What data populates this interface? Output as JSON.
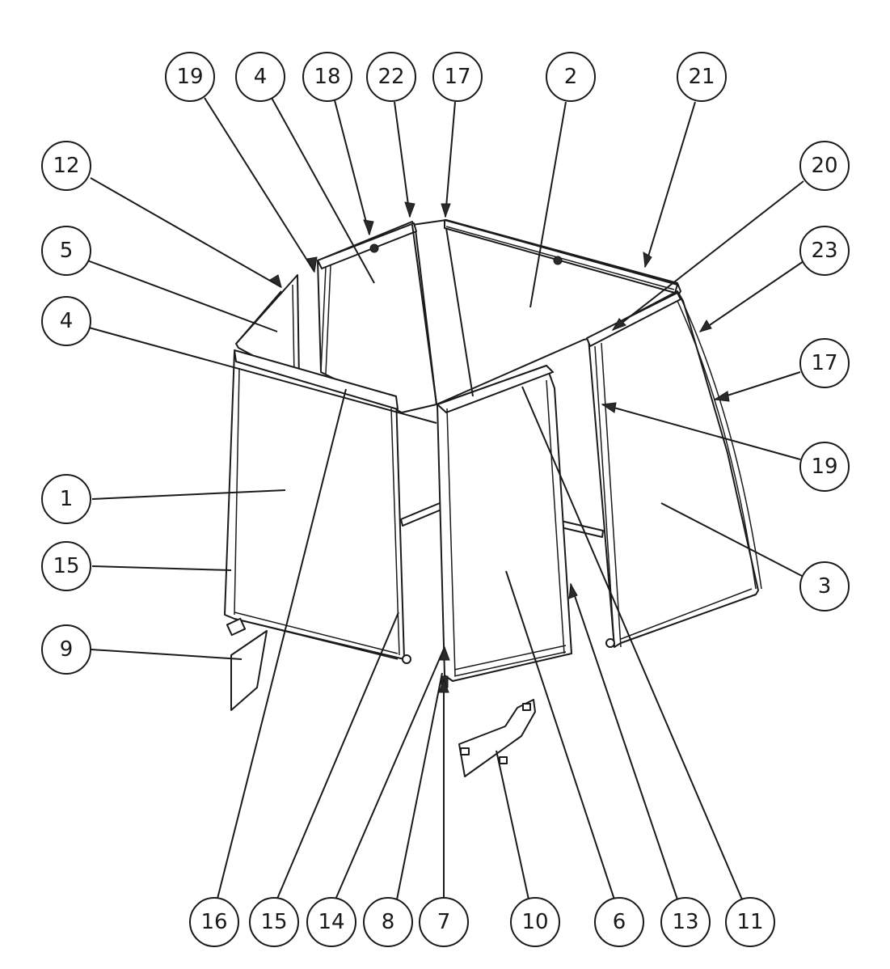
{
  "balloons": [
    {
      "id": "b-top-19",
      "label": "19"
    },
    {
      "id": "b-top-4",
      "label": "4"
    },
    {
      "id": "b-top-18",
      "label": "18"
    },
    {
      "id": "b-top-22",
      "label": "22"
    },
    {
      "id": "b-top-17",
      "label": "17"
    },
    {
      "id": "b-top-2",
      "label": "2"
    },
    {
      "id": "b-top-21",
      "label": "21"
    },
    {
      "id": "b-left-12",
      "label": "12"
    },
    {
      "id": "b-left-5",
      "label": "5"
    },
    {
      "id": "b-left-4",
      "label": "4"
    },
    {
      "id": "b-left-1",
      "label": "1"
    },
    {
      "id": "b-left-15",
      "label": "15"
    },
    {
      "id": "b-left-9",
      "label": "9"
    },
    {
      "id": "b-right-20",
      "label": "20"
    },
    {
      "id": "b-right-23",
      "label": "23"
    },
    {
      "id": "b-right-17",
      "label": "17"
    },
    {
      "id": "b-right-19",
      "label": "19"
    },
    {
      "id": "b-right-3",
      "label": "3"
    },
    {
      "id": "b-bot-16",
      "label": "16"
    },
    {
      "id": "b-bot-15",
      "label": "15"
    },
    {
      "id": "b-bot-14",
      "label": "14"
    },
    {
      "id": "b-bot-8",
      "label": "8"
    },
    {
      "id": "b-bot-7",
      "label": "7"
    },
    {
      "id": "b-bot-10",
      "label": "10"
    },
    {
      "id": "b-bot-6",
      "label": "6"
    },
    {
      "id": "b-bot-13",
      "label": "13"
    },
    {
      "id": "b-bot-11",
      "label": "11"
    }
  ]
}
